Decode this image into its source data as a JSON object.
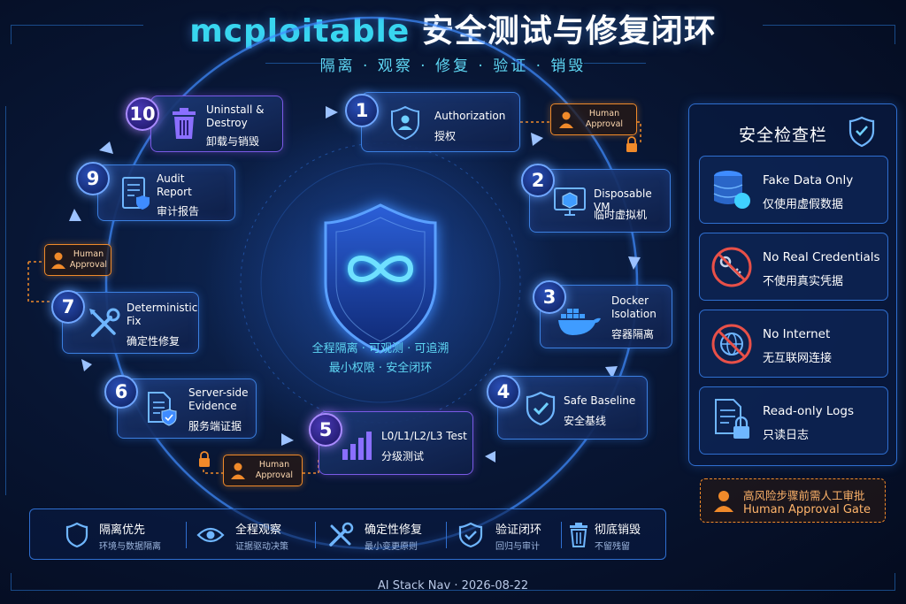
{
  "header": {
    "title_accent": "mcploitable",
    "title_rest": " 安全测试与修复闭环",
    "subtitle": "隔离 · 观察 · 修复 · 验证 · 销毁"
  },
  "steps": [
    {
      "num": "1",
      "en": "Authorization",
      "zh": "授权",
      "icon": "user-shield-icon"
    },
    {
      "num": "2",
      "en": "Disposable VM",
      "zh": "临时虚拟机",
      "icon": "monitor-cube-icon"
    },
    {
      "num": "3",
      "en": "Docker\nIsolation",
      "zh": "容器隔离",
      "icon": "docker-whale-icon"
    },
    {
      "num": "4",
      "en": "Safe Baseline",
      "zh": "安全基线",
      "icon": "shield-check-icon"
    },
    {
      "num": "5",
      "en": "L0/L1/L2/L3 Test",
      "zh": "分级测试",
      "icon": "bar-chart-icon"
    },
    {
      "num": "6",
      "en": "Server-side\nEvidence",
      "zh": "服务端证据",
      "icon": "document-shield-icon"
    },
    {
      "num": "7",
      "en": "Deterministic\nFix",
      "zh": "确定性修复",
      "icon": "wrench-screwdriver-icon"
    },
    {
      "num": "9",
      "en": "Audit\nReport",
      "zh": "审计报告",
      "icon": "report-shield-icon"
    },
    {
      "num": "10",
      "en": "Uninstall &\nDestroy",
      "zh": "卸载与销毁",
      "icon": "trash-icon"
    }
  ],
  "approvals": [
    {
      "label": "Human\nApproval"
    },
    {
      "label": "Human\nApproval"
    },
    {
      "label": "Human\nApproval"
    }
  ],
  "center": {
    "line1": "全程隔离 · 可观测 · 可追溯",
    "line2": "最小权限 · 安全闭环"
  },
  "panel": {
    "title": "安全检查栏",
    "items": [
      {
        "en": "Fake Data Only",
        "zh": "仅使用虚假数据",
        "icon": "database-icon"
      },
      {
        "en": "No Real Credentials",
        "zh": "不使用真实凭据",
        "icon": "no-key-icon"
      },
      {
        "en": "No Internet",
        "zh": "无互联网连接",
        "icon": "no-globe-icon"
      },
      {
        "en": "Read-only Logs",
        "zh": "只读日志",
        "icon": "locked-log-icon"
      }
    ]
  },
  "gate": {
    "zh": "高风险步骤前需人工审批",
    "en": "Human Approval Gate"
  },
  "principles": [
    {
      "t1": "隔离优先",
      "t2": "环境与数据隔离",
      "icon": "shield-icon"
    },
    {
      "t1": "全程观察",
      "t2": "证据驱动决策",
      "icon": "eye-icon"
    },
    {
      "t1": "确定性修复",
      "t2": "最小变更原则",
      "icon": "tools-icon"
    },
    {
      "t1": "验证闭环",
      "t2": "回归与审计",
      "icon": "check-shield-icon"
    },
    {
      "t1": "彻底销毁",
      "t2": "不留残留",
      "icon": "trash-icon"
    }
  ],
  "footer": "AI Stack Nav · 2026-08-22",
  "colors": {
    "accent": "#38d6f0",
    "node_border": "#3b7fe0",
    "approval": "#f08a2a",
    "purple": "#7a5ae6"
  }
}
